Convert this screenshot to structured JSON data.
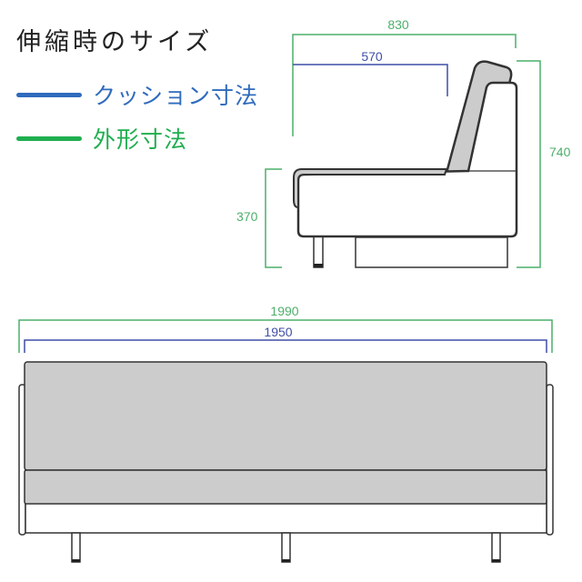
{
  "title": "伸縮時のサイズ",
  "legend": [
    {
      "label": "クッション寸法",
      "color": "#2f6bbd"
    },
    {
      "label": "外形寸法",
      "color": "#1fae4f"
    }
  ],
  "colors": {
    "cushion_dim": "#3f4fa8",
    "outer_dim": "#4caf6a",
    "outline": "#333333",
    "fill": "#cccccc"
  },
  "side_view": {
    "outer_depth": "830",
    "cushion_depth": "570",
    "total_height": "740",
    "seat_height": "370"
  },
  "front_view": {
    "outer_width": "1990",
    "cushion_width": "1950"
  }
}
